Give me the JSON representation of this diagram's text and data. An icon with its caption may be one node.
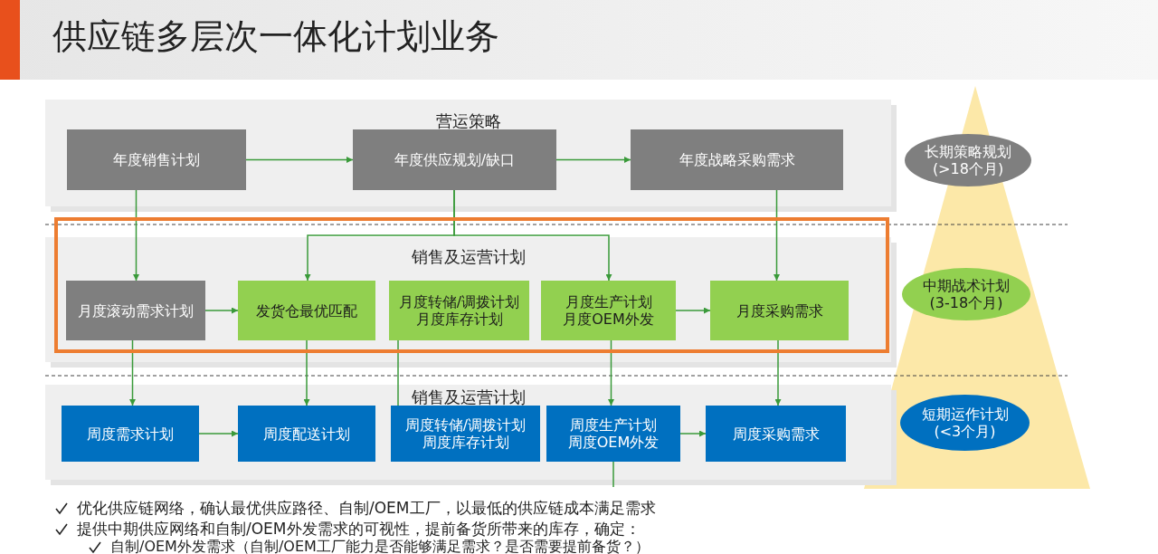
{
  "diagram": {
    "title": "供应链多层次一体化计划业务",
    "nodes": [
      {
        "text": [
          "营运策略"
        ]
      },
      {
        "text": [
          "年度销售计划"
        ],
        "in": 0
      },
      {
        "text": [
          "年度供应规划/缺口"
        ],
        "in": 0
      },
      {
        "text": [
          "年度战略采购需求"
        ],
        "in": 0
      },
      {
        "text": [
          "销售及运营计划"
        ]
      },
      {
        "text": [
          "月度滚动需求计划"
        ],
        "in": 4
      },
      {
        "text": [
          "发货仓最优匹配"
        ],
        "in": 4
      },
      {
        "text": [
          "月度转储/调拨计划",
          "月度库存计划"
        ],
        "in": 4
      },
      {
        "text": [
          "月度生产计划",
          "月度OEM外发"
        ],
        "in": 4
      },
      {
        "text": [
          "月度采购需求"
        ],
        "in": 4
      },
      {
        "text": [
          "销售及运营计划"
        ]
      },
      {
        "text": [
          "周度需求计划"
        ],
        "in": 10
      },
      {
        "text": [
          "周度配送计划"
        ],
        "in": 10
      },
      {
        "text": [
          "周度转储/调拨计划",
          "周度库存计划"
        ],
        "in": 10
      },
      {
        "text": [
          "周度生产计划",
          "周度OEM外发"
        ],
        "in": 10
      },
      {
        "text": [
          "周度采购需求"
        ],
        "in": 10
      },
      {
        "text": [
          "长期策略规划",
          "(>18个月)"
        ]
      },
      {
        "text": [
          "中期战术计划",
          "(3-18个月)"
        ]
      },
      {
        "text": [
          "短期运作计划",
          "(<3个月)"
        ]
      }
    ],
    "edges": [
      {
        "from": 1,
        "to": 2,
        "arrow": "to"
      },
      {
        "from": 2,
        "to": 3,
        "arrow": "to"
      },
      {
        "from": 1,
        "to": 5,
        "arrow": "to"
      },
      {
        "from": 2,
        "to": 6,
        "arrow": "to"
      },
      {
        "from": 2,
        "to": 8,
        "arrow": "to"
      },
      {
        "from": 3,
        "to": 9,
        "arrow": "to"
      },
      {
        "from": 5,
        "to": 6,
        "arrow": "to"
      },
      {
        "from": 8,
        "to": 9,
        "arrow": "to"
      },
      {
        "from": 5,
        "to": 11,
        "arrow": "to"
      },
      {
        "from": 6,
        "to": 12,
        "arrow": "to"
      },
      {
        "from": 7,
        "to": 13,
        "arrow": "none"
      },
      {
        "from": 8,
        "to": 14,
        "arrow": "to"
      },
      {
        "from": 9,
        "to": 15,
        "arrow": "to"
      },
      {
        "from": 11,
        "to": 12,
        "arrow": "to"
      },
      {
        "from": 14,
        "to": 15,
        "arrow": "to"
      },
      {
        "from": 14,
        "to": null,
        "arrow": "none"
      }
    ],
    "labels": [
      "优化供应链网络，确认最优供应路径、自制/OEM工厂，以最低的供应链成本满足需求",
      "提供中期供应网络和自制/OEM外发需求的可视性，提前备货所带来的库存，确定：",
      "自制/OEM外发需求（自制/OEM工厂能力是否能够满足需求？是否需要提前备货？）"
    ]
  }
}
